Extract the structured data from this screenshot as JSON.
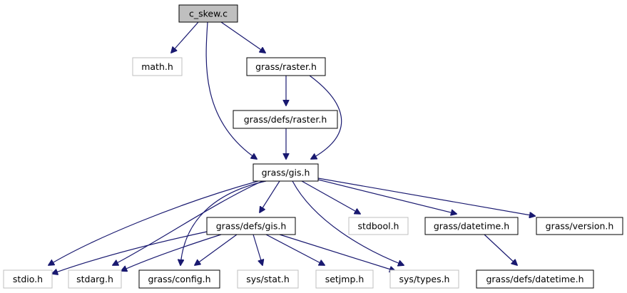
{
  "title": "c_skew.c include dependency graph",
  "colors": {
    "edge": "#191970",
    "root_fill": "#bfbfbf",
    "documented_border": "#000000",
    "external_border": "#bfbfbf"
  },
  "nodes": [
    {
      "id": "c_skew",
      "label": "c_skew.c",
      "kind": "root"
    },
    {
      "id": "math",
      "label": "math.h",
      "kind": "external"
    },
    {
      "id": "raster",
      "label": "grass/raster.h",
      "kind": "documented"
    },
    {
      "id": "defs_raster",
      "label": "grass/defs/raster.h",
      "kind": "documented"
    },
    {
      "id": "gis",
      "label": "grass/gis.h",
      "kind": "documented"
    },
    {
      "id": "defs_gis",
      "label": "grass/defs/gis.h",
      "kind": "documented"
    },
    {
      "id": "stdbool",
      "label": "stdbool.h",
      "kind": "external"
    },
    {
      "id": "datetime",
      "label": "grass/datetime.h",
      "kind": "documented"
    },
    {
      "id": "version",
      "label": "grass/version.h",
      "kind": "documented"
    },
    {
      "id": "stdio",
      "label": "stdio.h",
      "kind": "external"
    },
    {
      "id": "stdarg",
      "label": "stdarg.h",
      "kind": "external"
    },
    {
      "id": "config",
      "label": "grass/config.h",
      "kind": "documented"
    },
    {
      "id": "sys_stat",
      "label": "sys/stat.h",
      "kind": "external"
    },
    {
      "id": "setjmp",
      "label": "setjmp.h",
      "kind": "external"
    },
    {
      "id": "sys_types",
      "label": "sys/types.h",
      "kind": "external"
    },
    {
      "id": "defs_datetime",
      "label": "grass/defs/datetime.h",
      "kind": "documented"
    }
  ],
  "edges": [
    {
      "from": "c_skew",
      "to": "math"
    },
    {
      "from": "c_skew",
      "to": "raster"
    },
    {
      "from": "c_skew",
      "to": "gis"
    },
    {
      "from": "raster",
      "to": "defs_raster"
    },
    {
      "from": "raster",
      "to": "gis"
    },
    {
      "from": "defs_raster",
      "to": "gis"
    },
    {
      "from": "gis",
      "to": "stdio"
    },
    {
      "from": "gis",
      "to": "stdarg"
    },
    {
      "from": "gis",
      "to": "config"
    },
    {
      "from": "gis",
      "to": "defs_gis"
    },
    {
      "from": "gis",
      "to": "sys_types"
    },
    {
      "from": "gis",
      "to": "stdbool"
    },
    {
      "from": "gis",
      "to": "datetime"
    },
    {
      "from": "gis",
      "to": "version"
    },
    {
      "from": "defs_gis",
      "to": "stdio"
    },
    {
      "from": "defs_gis",
      "to": "stdarg"
    },
    {
      "from": "defs_gis",
      "to": "config"
    },
    {
      "from": "defs_gis",
      "to": "sys_stat"
    },
    {
      "from": "defs_gis",
      "to": "setjmp"
    },
    {
      "from": "defs_gis",
      "to": "sys_types"
    },
    {
      "from": "datetime",
      "to": "defs_datetime"
    }
  ]
}
